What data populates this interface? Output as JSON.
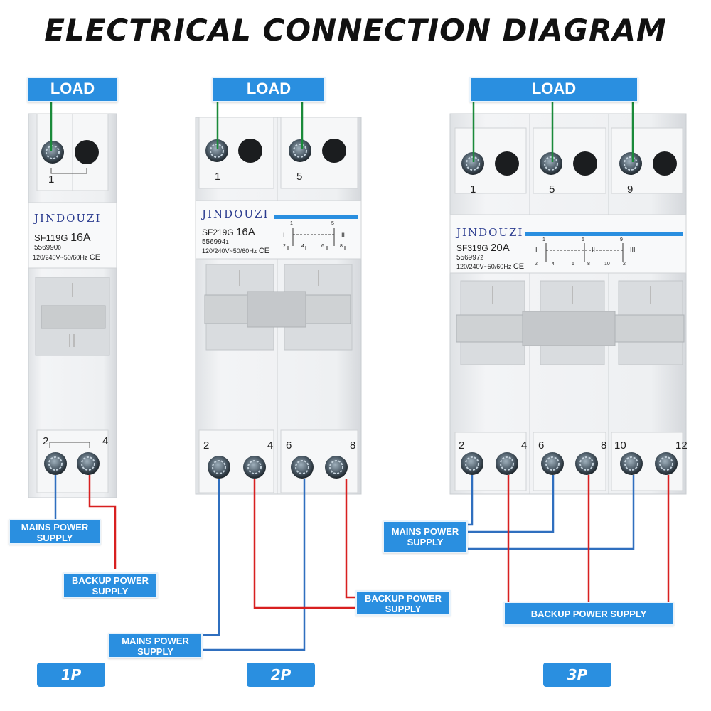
{
  "title": "ELECTRICAL CONNECTION DIAGRAM",
  "colors": {
    "label_blue": "#2a8fe0",
    "wire_green": "#1a8a3a",
    "wire_blue": "#2f6fbf",
    "wire_red": "#d82020",
    "housing": "#eef0f2"
  },
  "units": [
    {
      "tag": "1P",
      "load_label": "LOAD",
      "brand": "JINDOUZI",
      "model": "SF119G",
      "rating": "16A",
      "code": "556990",
      "code_digit": "0",
      "voltage": "120/240V~50/60Hz",
      "ce": "CE",
      "top_terminals": [
        "1"
      ],
      "bottom_terminals": [
        "2",
        "4"
      ],
      "mains_label": "MAINS POWER SUPPLY",
      "backup_label": "BACKUP POWER SUPPLY"
    },
    {
      "tag": "2P",
      "load_label": "LOAD",
      "brand": "JINDOUZI",
      "model": "SF219G",
      "rating": "16A",
      "code": "556994",
      "code_digit": "1",
      "voltage": "120/240V~50/60Hz",
      "ce": "CE",
      "top_terminals": [
        "1",
        "5"
      ],
      "bottom_terminals": [
        "2",
        "4",
        "6",
        "8"
      ],
      "schematic": {
        "top": [
          "1",
          "5"
        ],
        "positions": [
          "I",
          "II"
        ],
        "bottom": [
          "2",
          "4",
          "6",
          "8"
        ]
      },
      "mains_label": "MAINS POWER SUPPLY",
      "backup_label": "BACKUP POWER SUPPLY"
    },
    {
      "tag": "3P",
      "load_label": "LOAD",
      "brand": "JINDOUZI",
      "model": "SF319G",
      "rating": "20A",
      "code": "556997",
      "code_digit": "2",
      "voltage": "120/240V~50/60Hz",
      "ce": "CE",
      "top_terminals": [
        "1",
        "5",
        "9"
      ],
      "bottom_terminals": [
        "2",
        "4",
        "6",
        "8",
        "10",
        "12"
      ],
      "schematic": {
        "top": [
          "1",
          "5",
          "9"
        ],
        "positions": [
          "I",
          "II",
          "III"
        ],
        "bottom": [
          "2",
          "4",
          "6",
          "8",
          "10",
          "2"
        ]
      },
      "mains_label": "MAINS POWER SUPPLY",
      "backup_label": "BACKUP POWER SUPPLY"
    }
  ]
}
